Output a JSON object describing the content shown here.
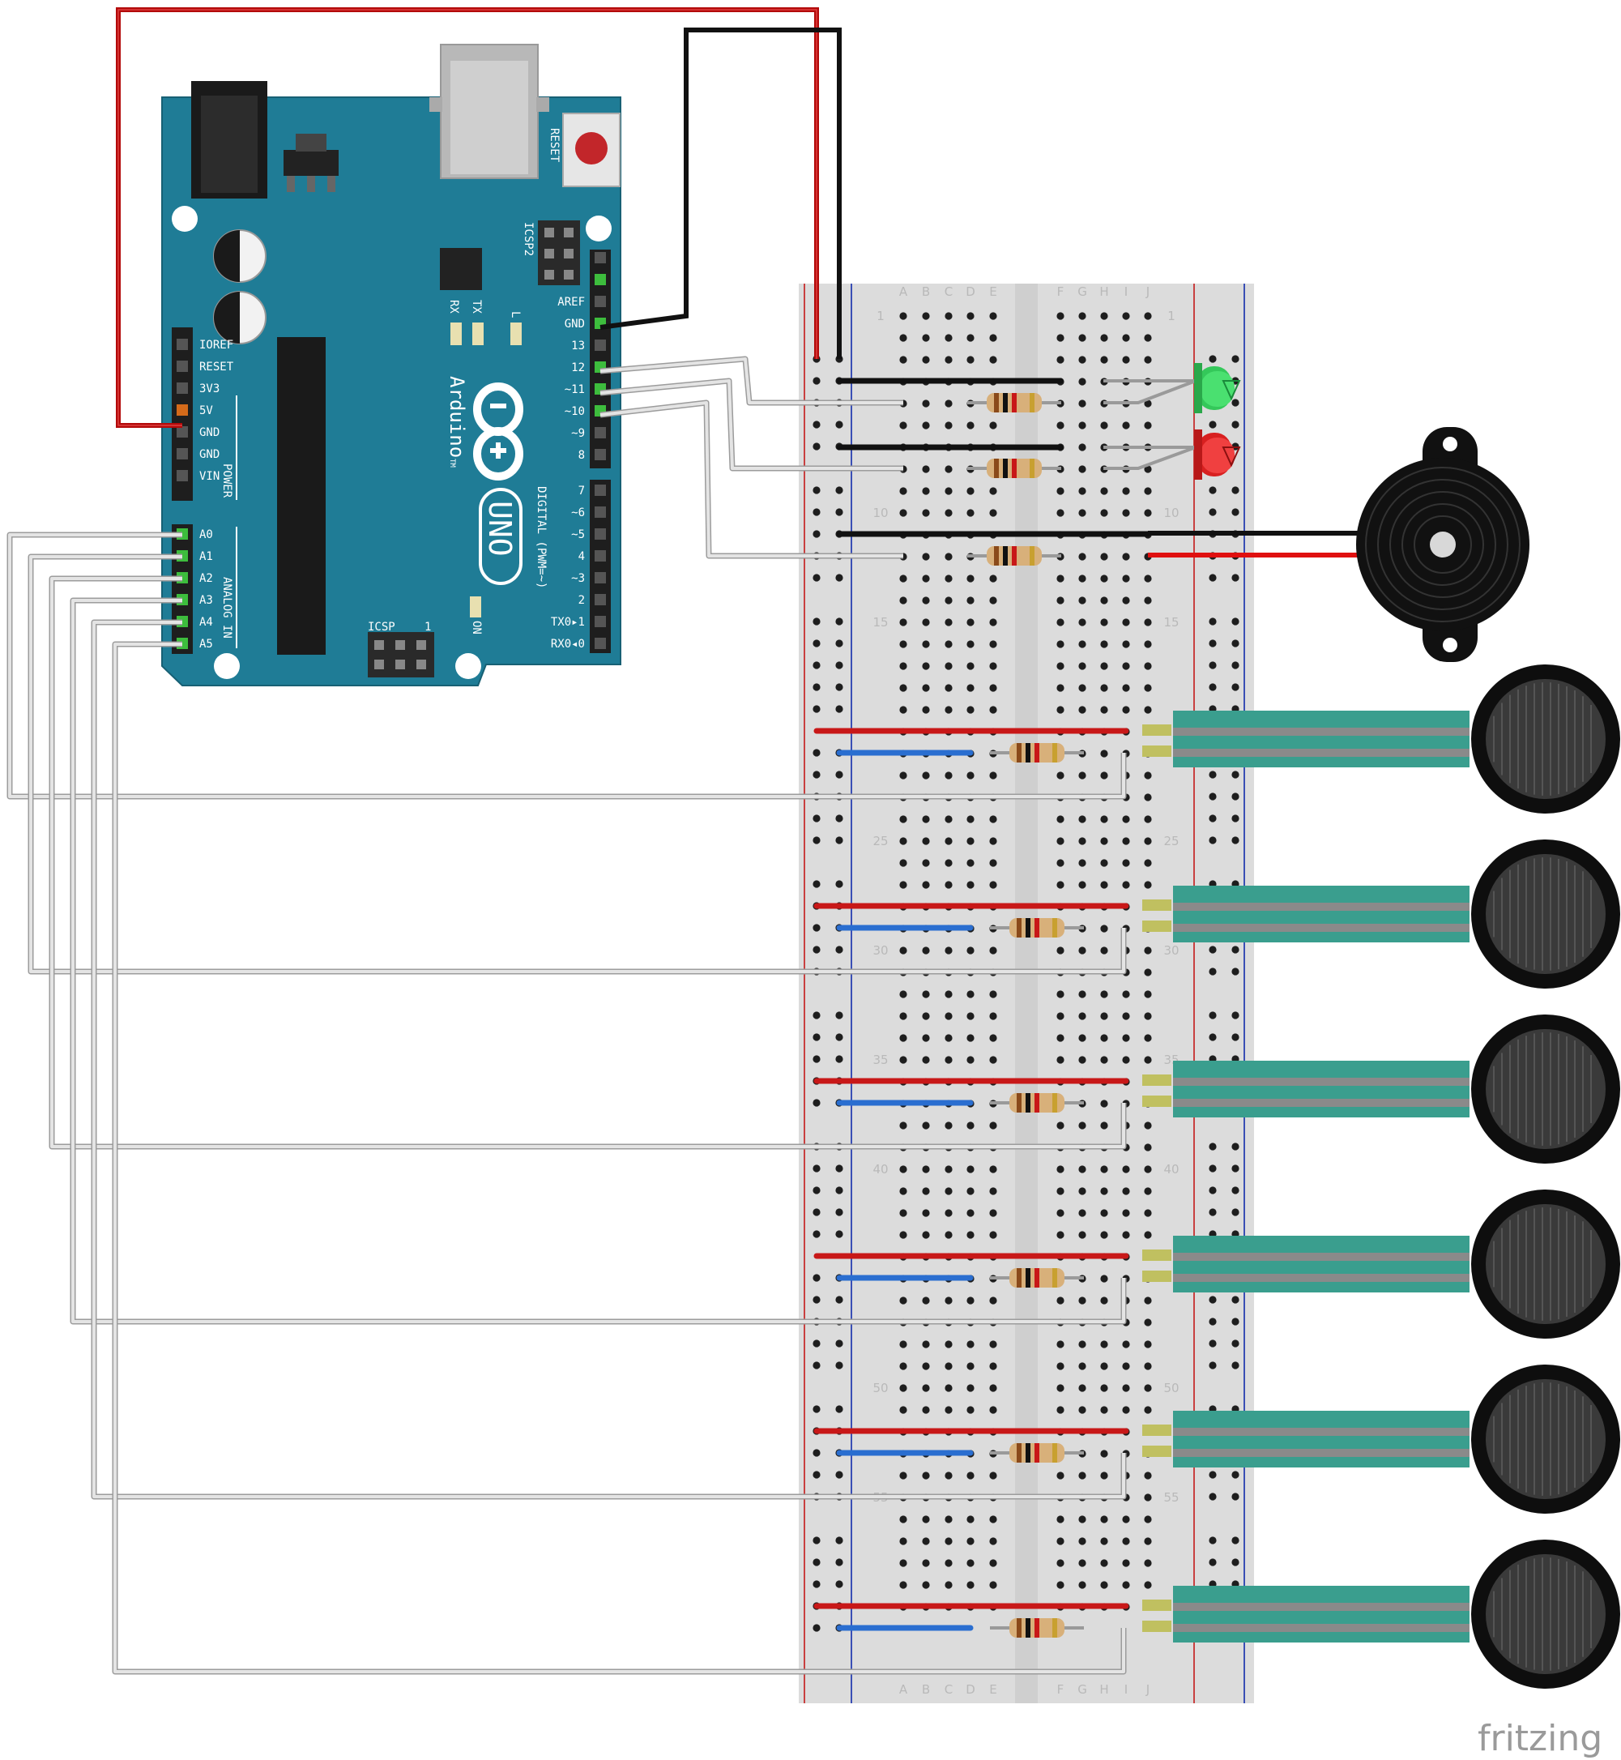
{
  "board": {
    "reset_label": "RESET",
    "icsp2_label": "ICSP2",
    "icsp_label": "ICSP",
    "icsp_pin1": "1",
    "led_labels": [
      "TX",
      "RX",
      "L"
    ],
    "on_label": "ON",
    "brand": "Arduino",
    "trademark": "TM",
    "model": "UNO",
    "digital_label": "DIGITAL (PWM=~)",
    "power_label": "POWER",
    "analog_label": "ANALOG IN",
    "power_pins": [
      "IOREF",
      "RESET",
      "3V3",
      "5V",
      "GND",
      "GND",
      "VIN"
    ],
    "analog_pins": [
      "A0",
      "A1",
      "A2",
      "A3",
      "A4",
      "A5"
    ],
    "digital_upper": [
      "AREF",
      "GND",
      "13",
      "12",
      "~11",
      "~10",
      "~9",
      "8"
    ],
    "digital_lower": [
      "7",
      "~6",
      "~5",
      "4",
      "~3",
      "2",
      "TX0▸1",
      "RX0◂0"
    ]
  },
  "breadboard": {
    "columns_left": [
      "A",
      "B",
      "C",
      "D",
      "E"
    ],
    "columns_right": [
      "F",
      "G",
      "H",
      "I",
      "J"
    ],
    "row_labels": [
      "1",
      "10",
      "15",
      "25",
      "30",
      "35",
      "40",
      "50",
      "55"
    ]
  },
  "components": {
    "leds": [
      "green",
      "red"
    ],
    "buzzer_count": 1,
    "fsr_count": 6,
    "resistor_count": 9
  },
  "colors": {
    "board_teal": "#1f7c96",
    "wire_red": "#c81010",
    "wire_black": "#111111",
    "wire_blue": "#2a6ed0",
    "wire_gray": "#d4d4d4",
    "fsr_teal": "#3a9e8e",
    "led_green": "#33d65a",
    "led_red": "#e82a2a"
  },
  "footer": {
    "brand": "fritzing"
  }
}
